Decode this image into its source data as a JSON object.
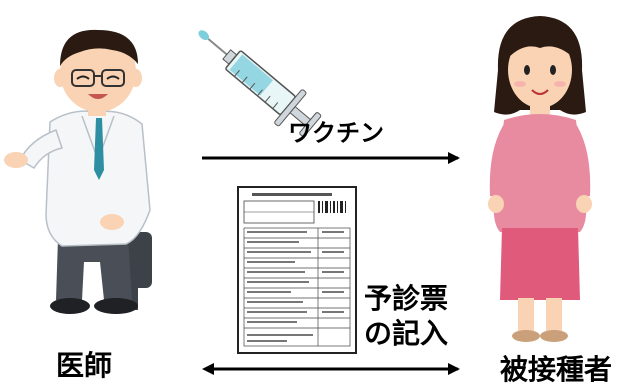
{
  "labels": {
    "doctor": "医師",
    "recipient": "被接種者",
    "vaccine": "ワクチン",
    "form_line1": "予診票",
    "form_line2": "の記入"
  },
  "icons": {
    "doctor": "doctor-illustration-icon",
    "recipient": "woman-illustration-icon",
    "syringe": "syringe-icon",
    "form": "questionnaire-form-icon"
  },
  "colors": {
    "doctor_coat": "#f4f6f8",
    "doctor_tie": "#2e8fa3",
    "doctor_pants": "#4a4f57",
    "woman_sweater": "#e88aa0",
    "woman_skirt": "#e05a7c",
    "hair": "#2a1a12",
    "skin": "#f9d3b4",
    "syringe_liquid": "#7ecfdc"
  }
}
